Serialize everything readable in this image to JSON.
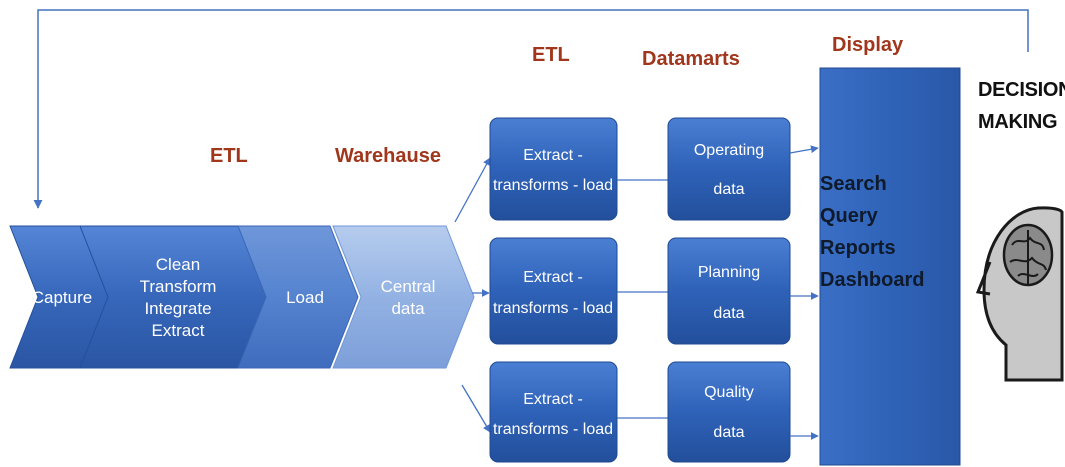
{
  "stage_labels": {
    "etl_left": "ETL",
    "warehouse": "Warehause",
    "etl_right": "ETL",
    "datamarts": "Datamarts",
    "display": "Display"
  },
  "chevrons": [
    {
      "lines": [
        "Capture"
      ]
    },
    {
      "lines": [
        "Clean",
        "Transform",
        "Integrate",
        "Extract"
      ]
    },
    {
      "lines": [
        "Load"
      ]
    },
    {
      "lines": [
        "Central",
        "data"
      ]
    }
  ],
  "etl_boxes": [
    {
      "line1": "Extract  -",
      "line2": "transforms -  load"
    },
    {
      "line1": "Extract  -",
      "line2": "transforms -  load"
    },
    {
      "line1": "Extract  -",
      "line2": "transforms -  load"
    }
  ],
  "datamart_boxes": [
    {
      "line1": "Operating",
      "line2": "data"
    },
    {
      "line1": "Planning",
      "line2": "data"
    },
    {
      "line1": "Quality",
      "line2": "data"
    }
  ],
  "display_items": [
    "Search",
    "Query",
    "Reports",
    "Dashboard"
  ],
  "decision": {
    "line1": "DECISION",
    "line2": "MAKING"
  },
  "icons": {
    "head": "head-brain-icon"
  },
  "colors": {
    "label_red": "#a0371c",
    "box_blue": "#2f63b8",
    "arrow_blue": "#4472c4"
  }
}
